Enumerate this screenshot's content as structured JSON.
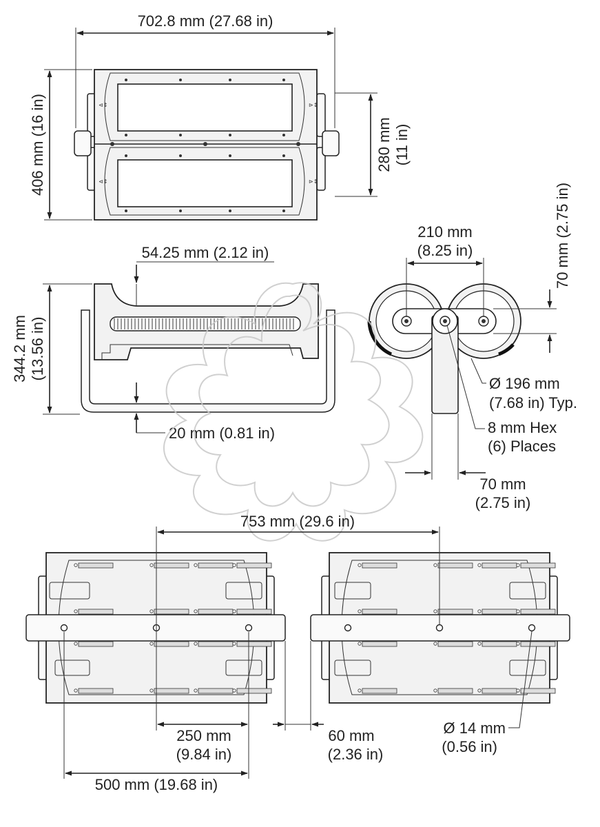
{
  "front_view": {
    "width_label": "702.8 mm (27.68 in)",
    "height_label": "406 mm (16 in)",
    "module_height_label_1": "280 mm",
    "module_height_label_2": "(11 in)"
  },
  "side_view": {
    "bracket_offset_label": "54.25 mm (2.12 in)",
    "height_label_1": "344.2 mm",
    "height_label_2": "(13.56 in)",
    "gap_label": "20 mm (0.81 in)"
  },
  "end_view": {
    "spacing_label_1": "210 mm",
    "spacing_label_2": "(8.25 in)",
    "offset_label": "70 mm (2.75 in)",
    "diameter_label_1": "Ø 196 mm",
    "diameter_label_2": "(7.68 in) Typ.",
    "hex_label_1": "8 mm Hex",
    "hex_label_2": "(6) Places",
    "arm_width_label_1": "70 mm",
    "arm_width_label_2": "(2.75 in)"
  },
  "bottom_view": {
    "overall_span_label": "753 mm (29.6 in)",
    "hole_spacing_label_1": "250 mm",
    "hole_spacing_label_2": "(9.84 in)",
    "gap_label_1": "60 mm",
    "gap_label_2": "(2.36 in)",
    "hole_diameter_label_1": "Ø 14 mm",
    "hole_diameter_label_2": "(0.56 in)",
    "width_label": "500 mm (19.68 in)"
  }
}
